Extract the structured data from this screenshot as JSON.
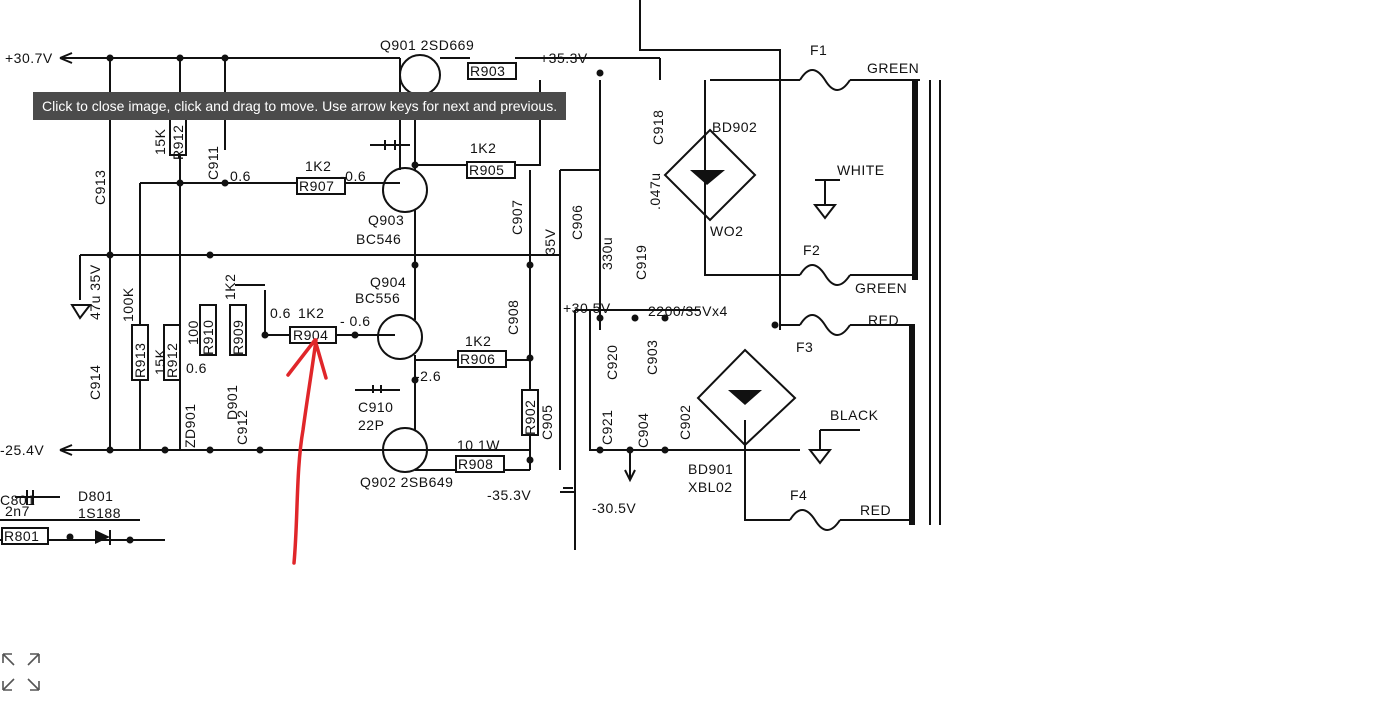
{
  "tooltip": "Click to close image, click and drag to move. Use arrow keys for next and previous.",
  "expand_icon": "expand-arrows-icon",
  "annotation_color": "#e0262a",
  "schematic": {
    "labels": {
      "v_plus307": "+30.7V",
      "v_minus254": "-25.4V",
      "v_plus353": "+35.3V",
      "v_minus353": "-35.3V",
      "v_plus305": "+30.5V",
      "v_minus305": "-30.5V",
      "q901": "Q901 2SD669",
      "q902": "Q902 2SB649",
      "q903": "Q903",
      "q903_type": "BC546",
      "q904": "Q904",
      "q904_type": "BC556",
      "r903": "R903",
      "r905": "R905",
      "r907": "R907",
      "r904": "R904",
      "r906": "R906",
      "r908": "R908",
      "r909": "R909",
      "r910": "R910",
      "r912": "R912",
      "r913": "R913",
      "r902": "R902",
      "r801": "R801",
      "val_1k2_a": "1K2",
      "val_1k2_b": "1K2",
      "val_1k2_c": "1K2",
      "val_1k2_d": "1K2",
      "val_1k2_e": "1K2",
      "val_100k": "100K",
      "val_15k_a": "15K",
      "val_15k_b": "15K",
      "val_100": "100",
      "val_10_1w": "10 1W",
      "v_06_a": "0.6",
      "v_06_b": "-0.6",
      "v_06_c": "0.6",
      "v_06_d": "- 0.6",
      "v_06_e": "0.6",
      "v_26": "-2.6",
      "c910": "C910",
      "c910_val": "22P",
      "c913": "C913",
      "c911": "C911",
      "c914": "C914",
      "c912": "C912",
      "c907": "C907",
      "c908": "C908",
      "c906": "C906",
      "c918": "C918",
      "c919": "C919",
      "c920": "C920",
      "c921": "C921",
      "c903": "C903",
      "c904": "C904",
      "c902": "C902",
      "c905": "C905",
      "c801": "C801",
      "c801_val": "2n7",
      "d801": "D801",
      "d801_type": "1S188",
      "zd901": "ZD901",
      "d901": "D901",
      "cap_47u_35v": "47u 35V",
      "cap_35v": "35V",
      "cap_330u": "330u",
      "cap_047u": ".047u",
      "cap_2200": "2200/35Vx4",
      "bd902": "BD902",
      "wo2": "WO2",
      "bd901": "BD901",
      "xbl02": "XBL02",
      "f1": "F1",
      "f2": "F2",
      "f3": "F3",
      "f4": "F4",
      "green_top": "GREEN",
      "white": "WHITE",
      "green_bottom": "GREEN",
      "red_top": "RED",
      "black": "BLACK",
      "red_bottom": "RED"
    }
  }
}
